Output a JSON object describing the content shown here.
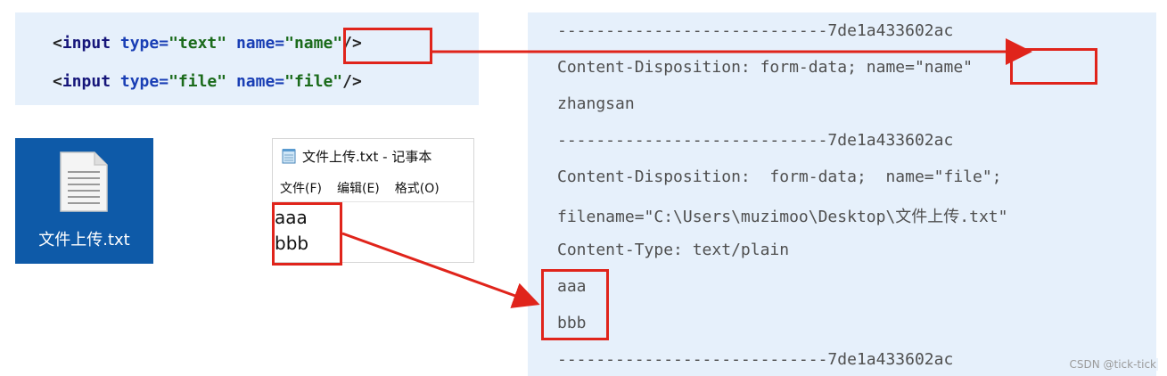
{
  "code": {
    "line1": {
      "lt": "<",
      "tag": "input",
      "attr1": "type=",
      "val1": "\"text\"",
      "attr2": "name=",
      "val2": "\"name\"",
      "end": "/>"
    },
    "line2": {
      "lt": "<",
      "tag": "input",
      "attr1": "type=",
      "val1": "\"file\"",
      "attr2": "name=",
      "val2": "\"file\"",
      "end": "/>"
    }
  },
  "desktop_file": {
    "label": "文件上传.txt",
    "icon": "text-file-icon"
  },
  "notepad": {
    "title": "文件上传.txt - 记事本",
    "menu": [
      "文件(F)",
      "编辑(E)",
      "格式(O)"
    ],
    "lines": [
      "aaa",
      "bbb"
    ],
    "icon": "notepad-icon"
  },
  "http_body": {
    "lines": [
      "----------------------------7de1a433602ac",
      "Content-Disposition: form-data; name=\"name\"",
      "zhangsan",
      "----------------------------7de1a433602ac",
      "Content-Disposition:  form-data;  name=\"file\";",
      "filename=\"C:\\Users\\muzimoo\\Desktop\\文件上传.txt\"",
      "Content-Type: text/plain",
      "aaa",
      "bbb",
      "----------------------------7de1a433602ac"
    ]
  },
  "watermark": "CSDN @tick-tick",
  "colors": {
    "highlight": "#e0241b",
    "panel": "#e6f0fb",
    "desktop_bg": "#0e5aa8"
  }
}
